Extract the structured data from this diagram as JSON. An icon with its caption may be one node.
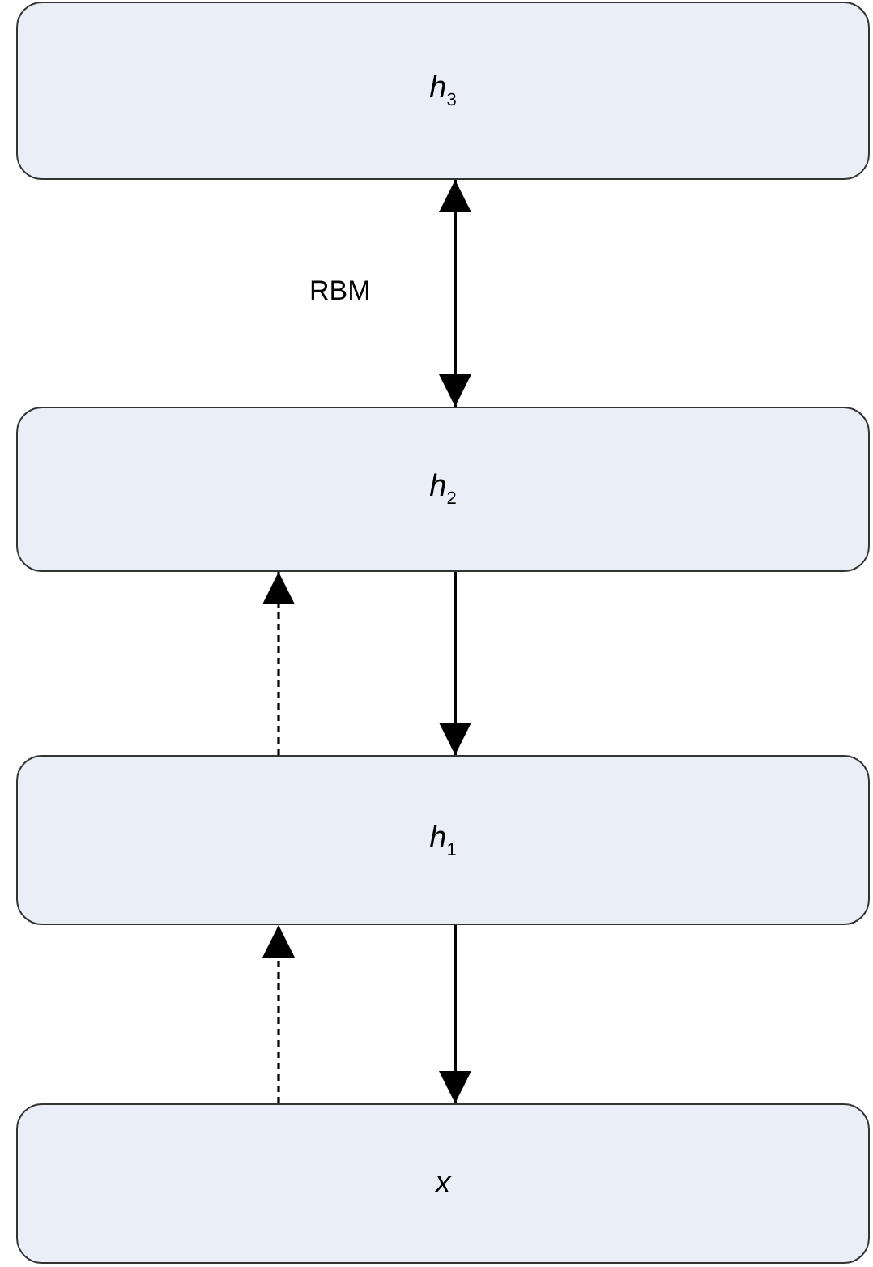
{
  "diagram": {
    "nodes": [
      {
        "text": [
          "h$_{3}$"
        ]
      },
      {
        "text": [
          "h$_{2}$"
        ]
      },
      {
        "text": [
          "h$_{1}$"
        ]
      },
      {
        "text": [
          "x"
        ]
      }
    ],
    "edges": [
      {
        "from": 1,
        "to": 0,
        "arrow": "both",
        "label": "RBM"
      },
      {
        "from": 1,
        "to": 2,
        "arrow": "to"
      },
      {
        "from": 2,
        "to": 1,
        "arrow": "to",
        "style": "dashed"
      },
      {
        "from": 2,
        "to": 3,
        "arrow": "to"
      },
      {
        "from": 3,
        "to": 2,
        "arrow": "to",
        "style": "dashed"
      }
    ]
  }
}
